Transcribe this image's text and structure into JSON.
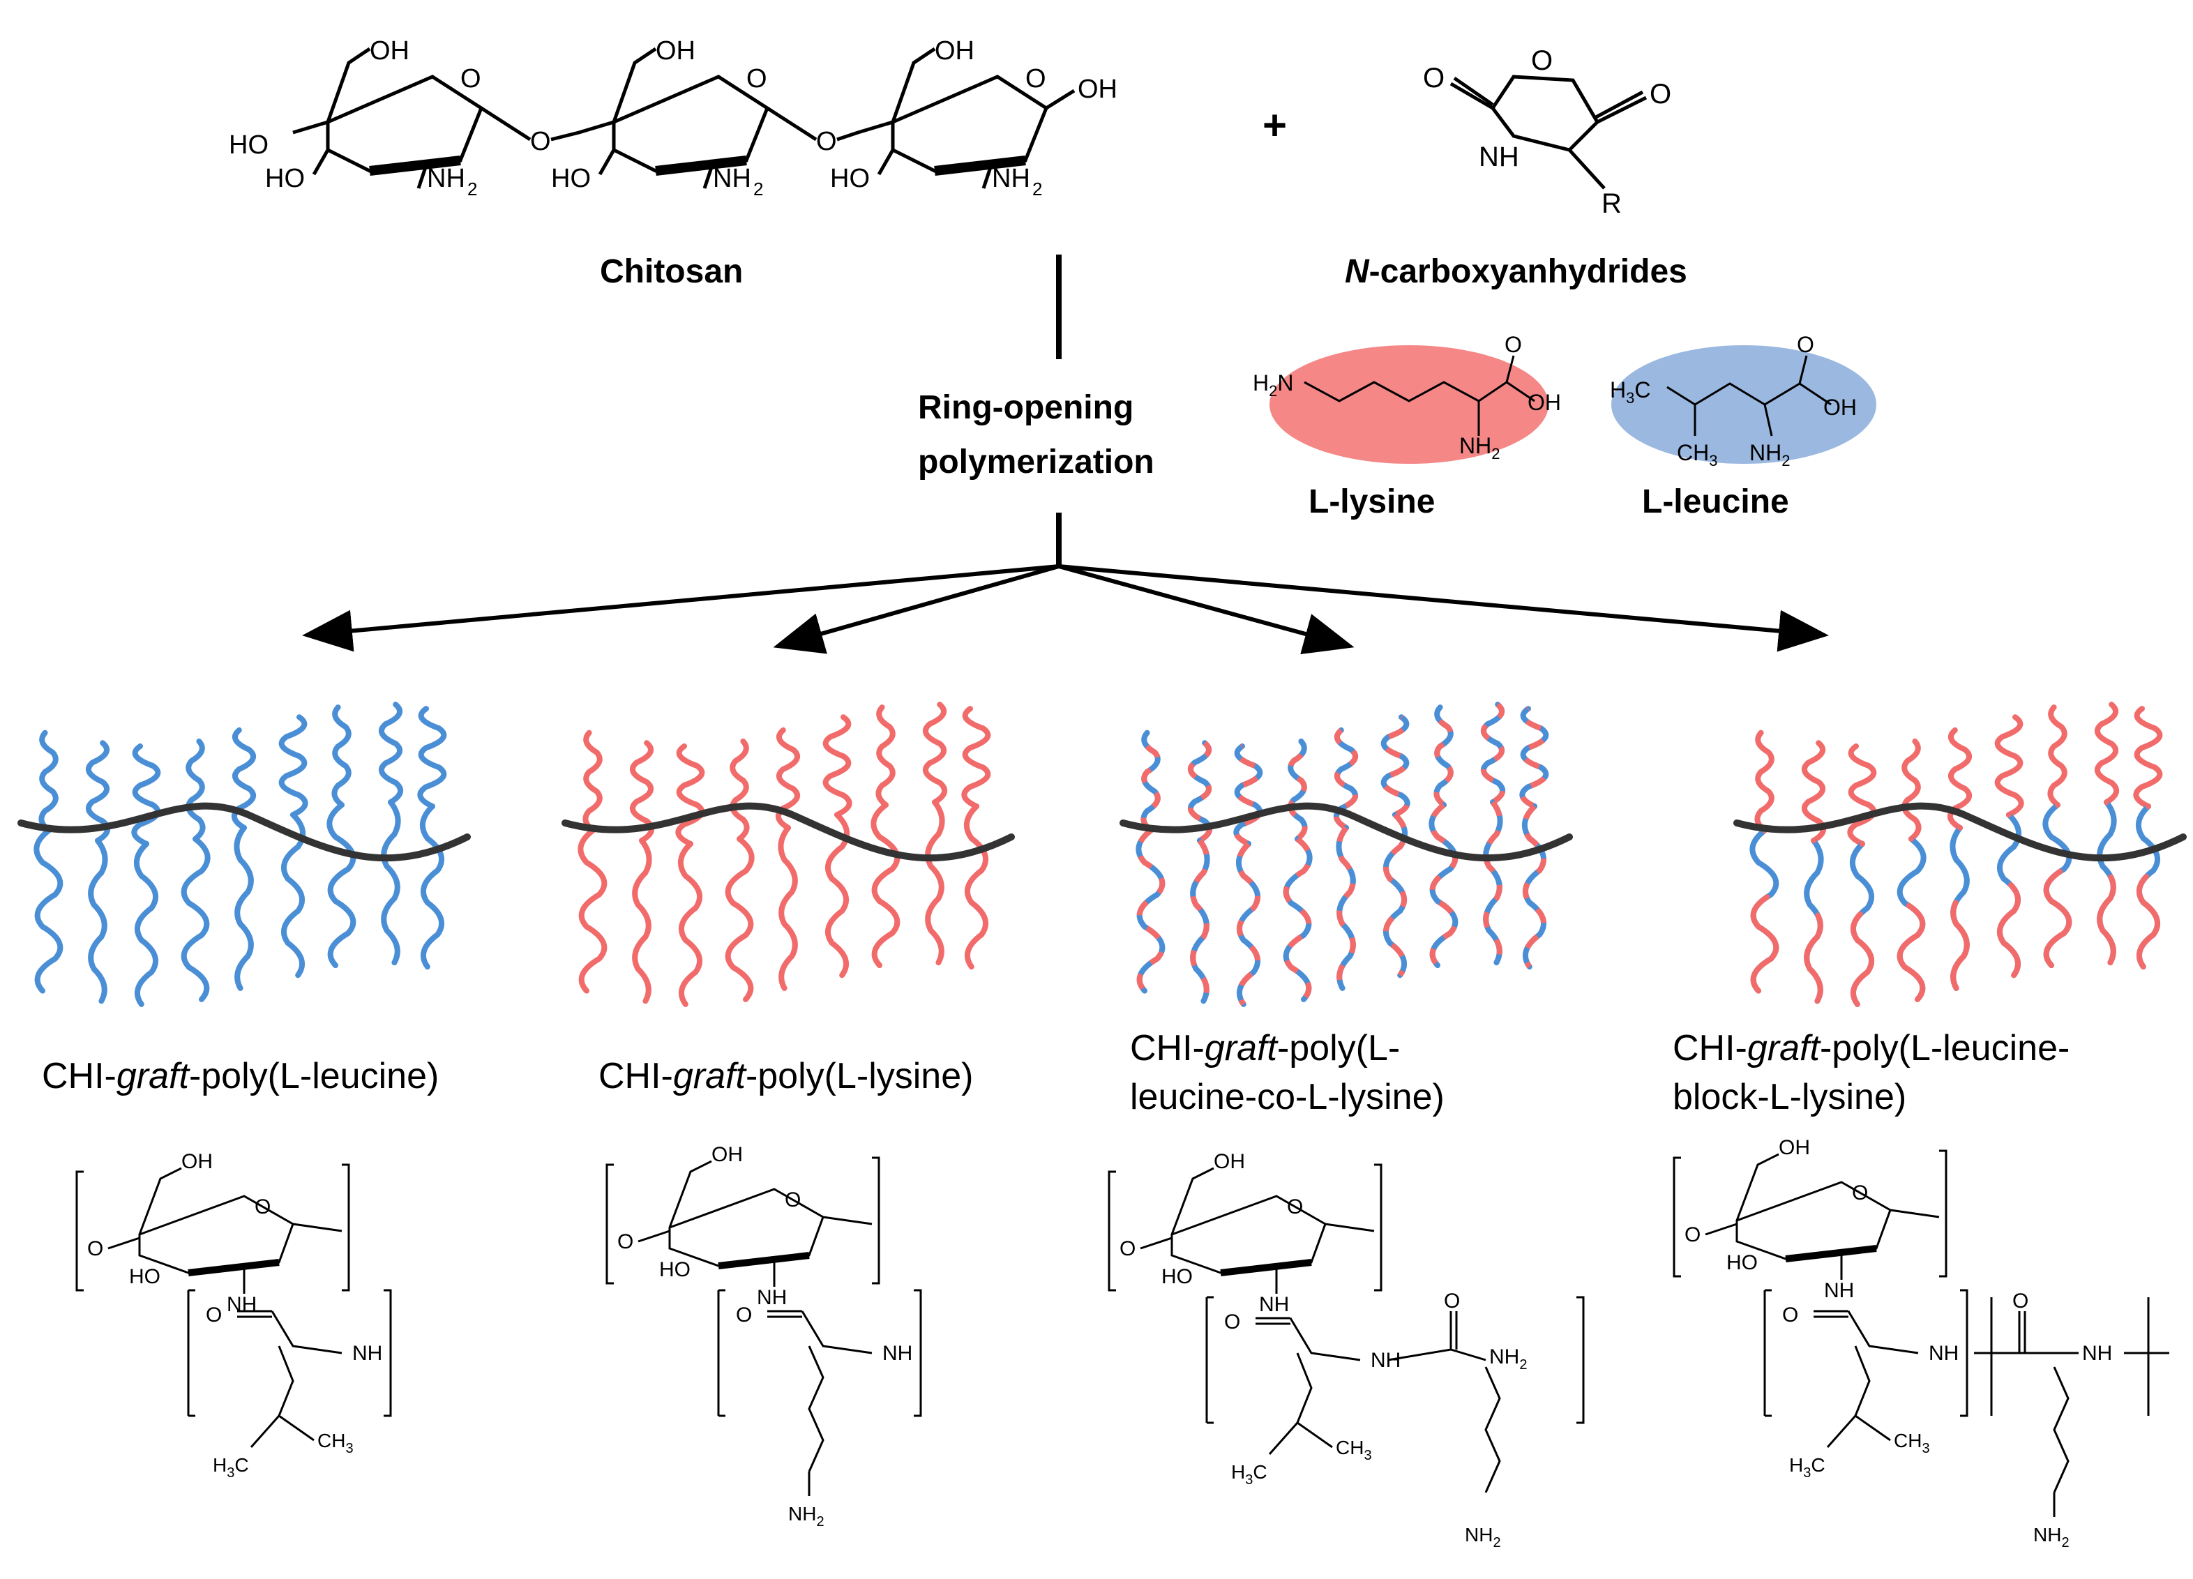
{
  "colors": {
    "lysine": "#f26b6b",
    "leucine": "#4a8fd6",
    "backbone": "#333333",
    "leucine_ellipse": "#9bb8e0",
    "lysine_ellipse": "#f58a8a"
  },
  "reactants": {
    "chitosan_label": "Chitosan",
    "plus": "+",
    "nca_label_italic": "N",
    "nca_label_rest": "-carboxyanhydrides",
    "nca_ring": {
      "o_top": "O",
      "o_left": "O",
      "o_right": "O",
      "nh": "NH",
      "r": "R"
    },
    "chitosan_atoms": {
      "oh": "OH",
      "ho": "HO",
      "nh2": "NH",
      "sub2": "2",
      "o": "O"
    }
  },
  "reaction": {
    "line1": "Ring-opening",
    "line2": "polymerization"
  },
  "amino_acids": [
    {
      "name": "L-lysine",
      "atoms": [
        "H",
        "2",
        "N",
        "O",
        "OH",
        "NH",
        "2"
      ]
    },
    {
      "name": "L-leucine",
      "atoms": [
        "H",
        "3",
        "C",
        "CH",
        "3",
        "O",
        "OH",
        "NH",
        "2"
      ]
    }
  ],
  "products": [
    {
      "pre": "CHI-",
      "italic": "graft",
      "line1_rest": "-poly(L-leucine)",
      "line2": ""
    },
    {
      "pre": "CHI-",
      "italic": "graft",
      "line1_rest": "-poly(L-lysine)",
      "line2": ""
    },
    {
      "pre": "CHI-",
      "italic": "graft",
      "line1_rest": "-poly(L-",
      "line2": "leucine-co-L-lysine)"
    },
    {
      "pre": "CHI-",
      "italic": "graft",
      "line1_rest": "-poly(L-leucine-",
      "line2": "block-L-lysine)"
    }
  ],
  "structures": {
    "oh": "OH",
    "ho": "HO",
    "nh": "NH",
    "o": "O",
    "nh2": "NH",
    "h3c": "H",
    "ch3": "CH",
    "sub2": "2",
    "sub3": "3",
    "h2n": "H",
    "n": "N"
  }
}
